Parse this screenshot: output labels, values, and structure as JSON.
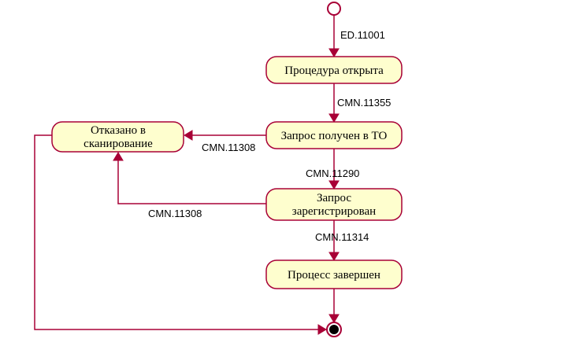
{
  "colors": {
    "state_fill": "#fefece",
    "state_border": "#a80036",
    "edge": "#a80036",
    "text": "#000000"
  },
  "states": {
    "opened": {
      "lines": [
        "Процедура открыта"
      ]
    },
    "received": {
      "lines": [
        "Запрос получен в ТО"
      ]
    },
    "rejected": {
      "lines": [
        "Отказано в",
        "сканирование"
      ]
    },
    "registered": {
      "lines": [
        "Запрос",
        "зарегистрирован"
      ]
    },
    "completed": {
      "lines": [
        "Процесс завершен"
      ]
    }
  },
  "transitions": {
    "start_to_opened": "ED.11001",
    "opened_to_received": "CMN.11355",
    "received_to_rejected": "CMN.11308",
    "received_to_registered": "CMN.11290",
    "registered_to_rejected": "CMN.11308",
    "registered_to_completed": "CMN.11314"
  }
}
